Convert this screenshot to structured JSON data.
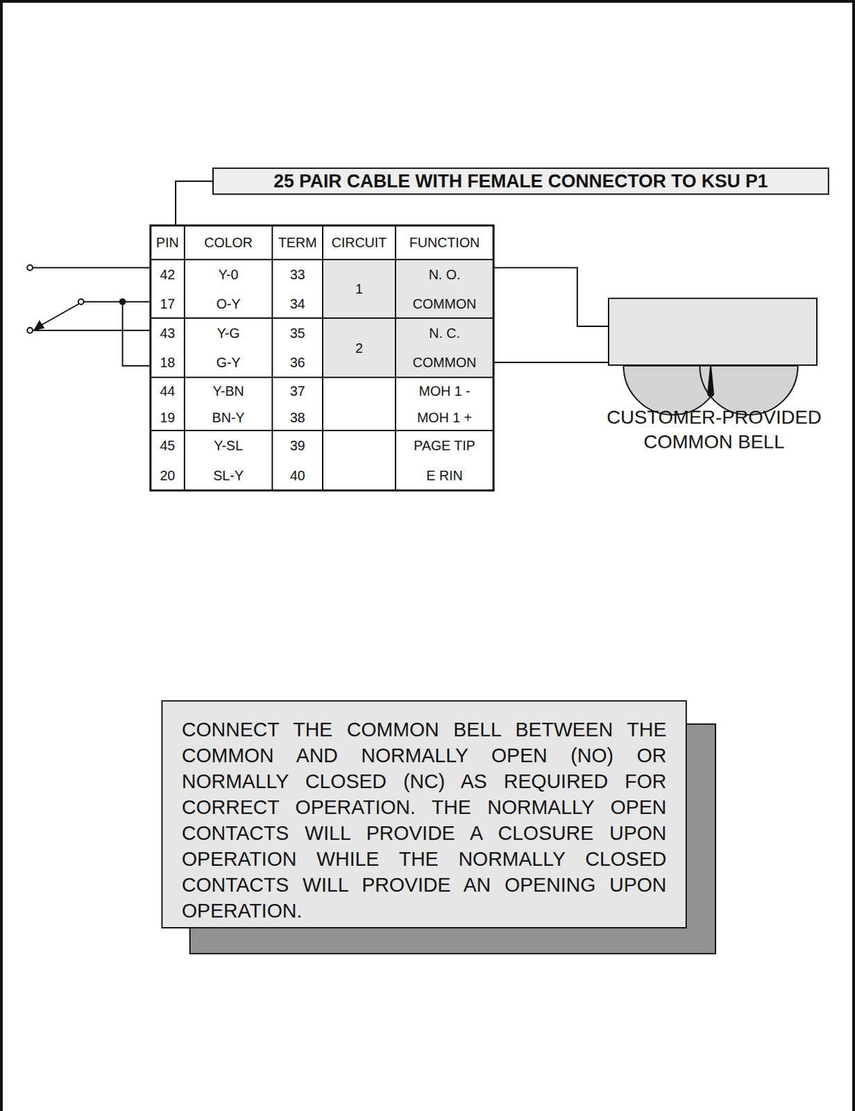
{
  "diagram": {
    "nodes": [
      {
        "text": [
          "25 PAIR CABLE WITH FEMALE CONNECTOR TO KSU P1"
        ]
      },
      {
        "text": [
          "CUSTOMER-PROVIDED COMMON BELL"
        ]
      },
      {
        "text": [
          "CONNECT THE COMMON BELL BETWEEN THE COMMON AND NORMALLY OPEN (NO) OR NORMALLY CLOSED (NC) AS REQUIRED FOR CORRECT OPERATION. THE NORMALLY OPEN CONTACTS WILL PROVIDE A CLOSURE UPON OPERATION WHILE THE NORMALLY CLOSED CONTACTS WILL PROVIDE AN OPENING UPON OPERATION."
        ]
      }
    ],
    "edges": [],
    "labels": [
      "PIN",
      "COLOR",
      "TERM",
      "CIRCUIT",
      "FUNCTION",
      "42",
      "Y-0",
      "33",
      "N. O.",
      "1",
      "17",
      "O-Y",
      "34",
      "COMMON",
      "43",
      "Y-G",
      "35",
      "N. C.",
      "2",
      "18",
      "G-Y",
      "36",
      "COMMON",
      "44",
      "Y-BN",
      "37",
      "MOH 1 -",
      "19",
      "BN-Y",
      "38",
      "MOH 1 +",
      "45",
      "Y-SL",
      "39",
      "PAGE TIP",
      "20",
      "SL-Y",
      "40",
      "E RIN"
    ]
  }
}
